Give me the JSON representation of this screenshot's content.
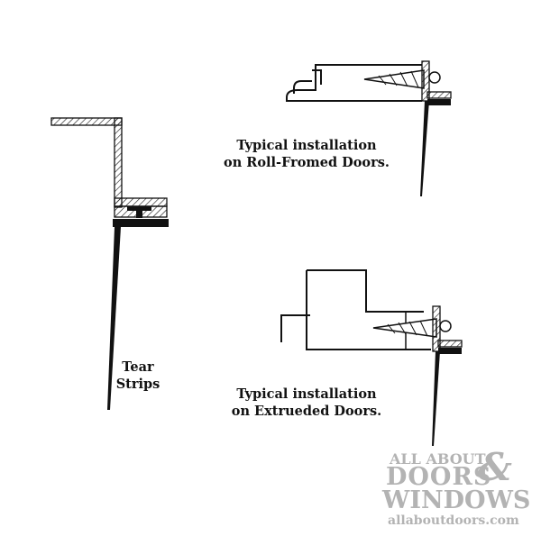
{
  "captions": {
    "tear_strips_line1": "Tear",
    "tear_strips_line2": "Strips",
    "roll_formed_line1": "Typical installation",
    "roll_formed_line2": "on Roll-Fromed Doors.",
    "extruded_line1": "Typical installation",
    "extruded_line2": "on Extrueded Doors."
  },
  "watermark": {
    "line1": "ALL ABOUT",
    "line2": "DOORS",
    "amp": "&",
    "line3": "WINDOWS",
    "line4": "allaboutdoors.com",
    "color": "#b3b3b3"
  },
  "colors": {
    "ink": "#111111",
    "background": "#ffffff"
  }
}
